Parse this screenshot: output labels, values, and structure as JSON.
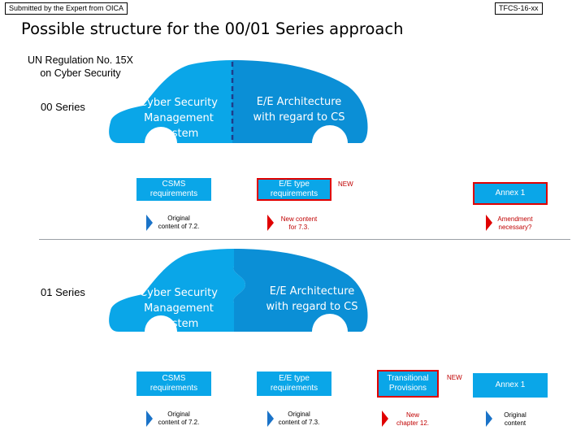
{
  "header": {
    "submitted": "Submitted by the Expert from OICA",
    "doc_ref": "TFCS-16-xx"
  },
  "title": "Possible structure for the 00/01 Series approach",
  "regulation": {
    "line1": "UN Regulation No. 15X",
    "line2": "on Cyber Security"
  },
  "colors": {
    "car_light": "#0aa6e8",
    "car_dark": "#0b8fd6",
    "box_blue": "#0aa6e8",
    "accent_red": "#e00000",
    "arrow_blue": "#1a73c8"
  },
  "series00": {
    "label": "00 Series",
    "car_left": [
      "Cyber Security",
      "Management",
      "System"
    ],
    "car_right": [
      "E/E Architecture",
      "with regard to CS"
    ],
    "boxes": {
      "csms": [
        "CSMS",
        "requirements"
      ],
      "ee": [
        "E/E type",
        "requirements"
      ],
      "annex": "Annex 1"
    },
    "new_label": "NEW",
    "notes": {
      "csms": [
        "Original",
        "content of 7.2."
      ],
      "ee": [
        "New content",
        "for 7.3."
      ],
      "annex": [
        "Amendment",
        "necessary?"
      ]
    }
  },
  "series01": {
    "label": "01 Series",
    "car_left": [
      "Cyber Security",
      "Management",
      "System"
    ],
    "car_right": [
      "E/E Architecture",
      "with regard to CS"
    ],
    "boxes": {
      "csms": [
        "CSMS",
        "requirements"
      ],
      "ee": [
        "E/E type",
        "requirements"
      ],
      "transitional": [
        "Transitional",
        "Provisions"
      ],
      "annex": "Annex 1"
    },
    "new_label": "NEW",
    "notes": {
      "csms": [
        "Original",
        "content of 7.2."
      ],
      "ee": [
        "Original",
        "content of 7.3."
      ],
      "transitional": [
        "New",
        "chapter 12."
      ],
      "annex": [
        "Original",
        "content"
      ]
    }
  }
}
